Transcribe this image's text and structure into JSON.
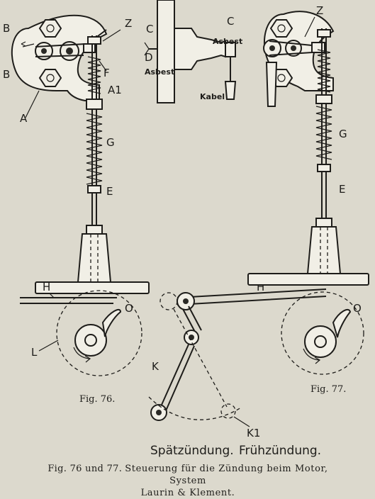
{
  "fig76": {
    "caption": "Fig. 76.",
    "labels": {
      "B_top": "B",
      "B_bottom": "B",
      "Z": "Z",
      "F": "F",
      "A": "A",
      "A1": "A1",
      "G": "G",
      "E": "E",
      "O": "O",
      "H": "H",
      "L": "L"
    }
  },
  "center": {
    "labels": {
      "C_left": "C",
      "C_right": "C",
      "D": "D",
      "asbest_left": "Asbest",
      "asbest_right": "Asbest",
      "kabel": "Kabel",
      "H": "H",
      "K": "K",
      "K1": "K1"
    }
  },
  "fig77": {
    "caption": "Fig. 77.",
    "labels": {
      "Z": "Z",
      "G": "G",
      "E": "E",
      "O": "O"
    }
  },
  "bottom_labels": {
    "spaet": "Spätzündung.",
    "frueh": "Frühzündung."
  },
  "caption": {
    "figref": "Fig. 76 und 77.",
    "text_line1": "Steuerung für die Zündung beim Motor, System",
    "text_line2": "Laurin & Klement."
  }
}
